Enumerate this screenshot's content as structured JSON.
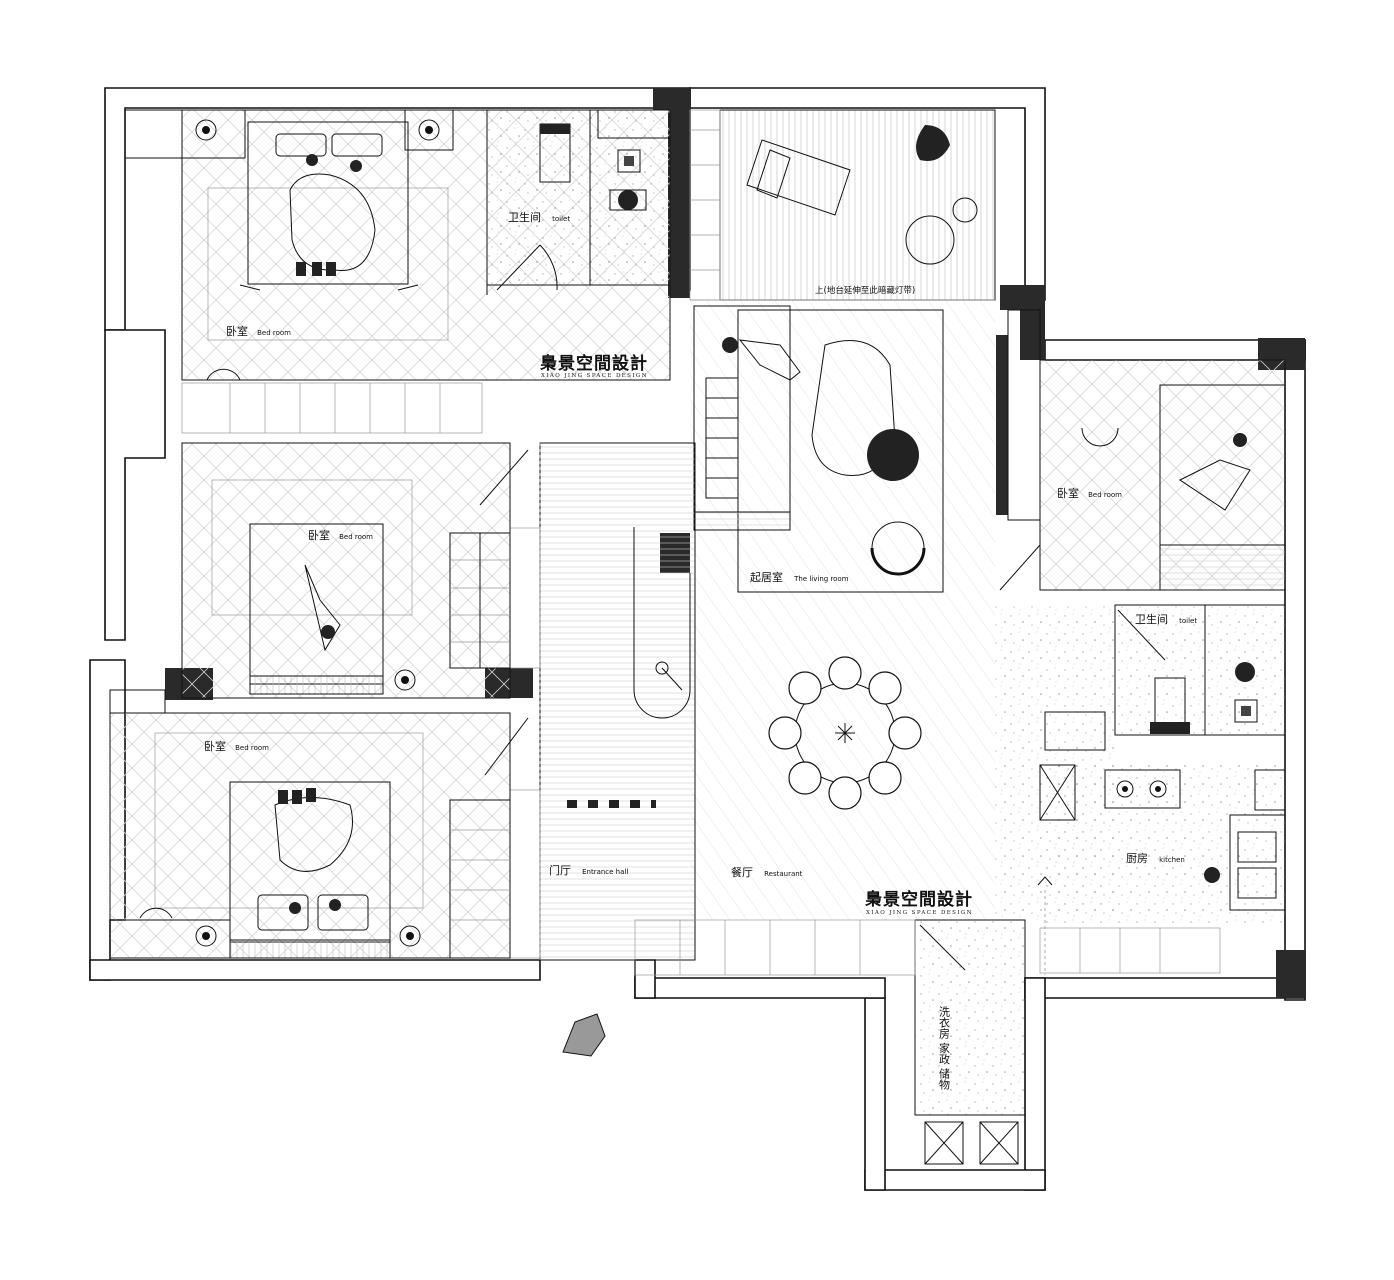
{
  "brand": {
    "name": "梟景空間設計",
    "subtitle": "XIAO JING SPACE DESIGN"
  },
  "rooms": {
    "bedroom_top_left": {
      "cn": "卧室",
      "en": "Bed room"
    },
    "bedroom_middle": {
      "cn": "卧室",
      "en": "Bed room"
    },
    "bedroom_bottom_left": {
      "cn": "卧室",
      "en": "Bed room"
    },
    "bedroom_right": {
      "cn": "卧室",
      "en": "Bed room"
    },
    "toilet_top": {
      "cn": "卫生间",
      "en": "toilet"
    },
    "toilet_right": {
      "cn": "卫生间",
      "en": "toilet"
    },
    "living_room": {
      "cn": "起居室",
      "en": "The living room"
    },
    "restaurant": {
      "cn": "餐厅",
      "en": "Restaurant"
    },
    "entrance_hall": {
      "cn": "门厅",
      "en": "Entrance hall"
    },
    "kitchen": {
      "cn": "厨房",
      "en": "kitchen"
    },
    "laundry": {
      "cn": "洗衣房 家政 储物"
    }
  },
  "notes": {
    "balcony_note": "上(地台延伸至此暗藏灯带)"
  },
  "icons": [
    "person-icon",
    "bed-icon",
    "sofa-icon",
    "dining-table-icon",
    "toilet-icon",
    "stove-icon",
    "sink-icon",
    "lamp-icon",
    "chair-icon",
    "dog-icon",
    "washing-machine-icon"
  ],
  "colors": {
    "wall": "#111111",
    "solid": "#2a2a2a",
    "floor_hatch": "#cccccc"
  }
}
